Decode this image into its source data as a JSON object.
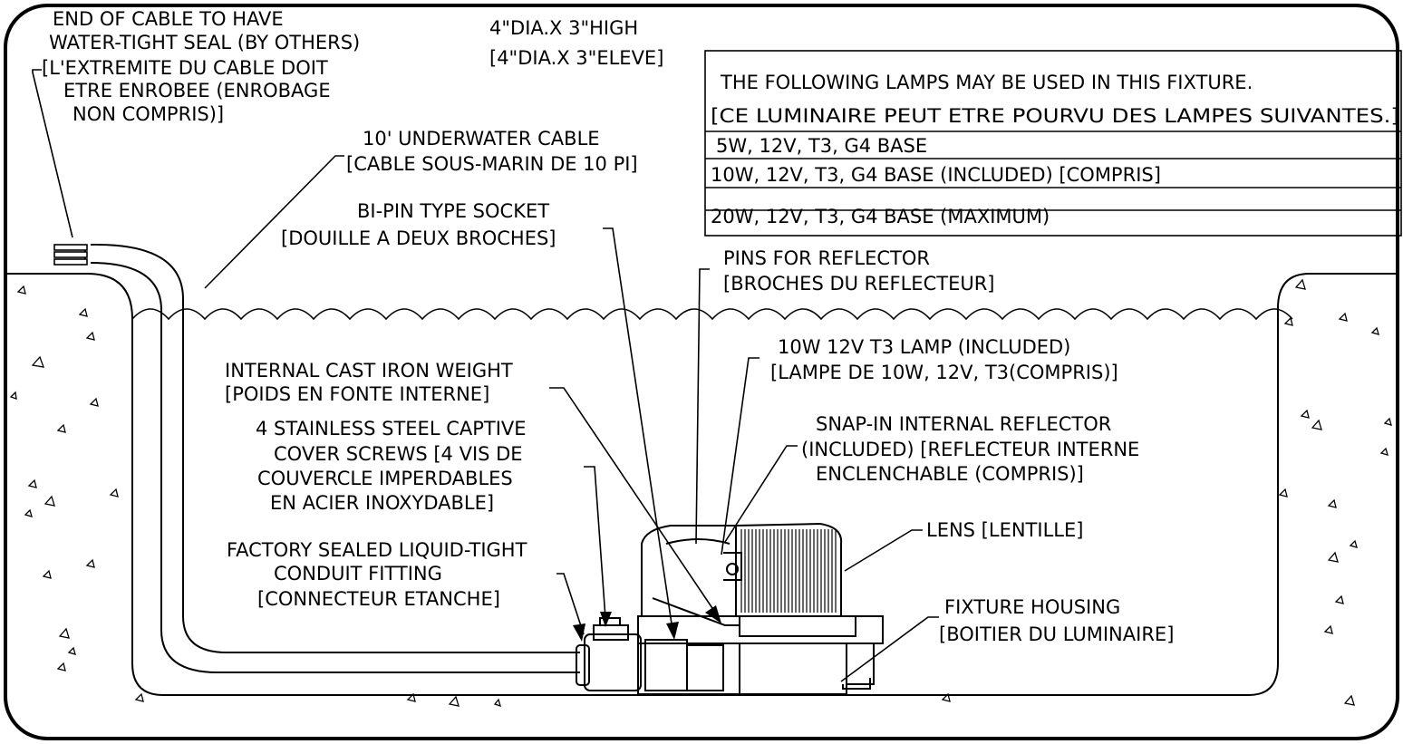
{
  "header": {
    "size_line1": "4\"DIA.X 3\"HIGH",
    "size_line2": "[4\"DIA.X 3\"ELEVE]"
  },
  "lamps_table": {
    "title_en": "THE FOLLOWING LAMPS MAY BE USED IN THIS FIXTURE.",
    "title_fr": "[CE LUMINAIRE PEUT ETRE POURVU DES LAMPES SUIVANTES.]",
    "rows": [
      "5W, 12V, T3, G4 BASE",
      "10W, 12V, T3, G4 BASE (INCLUDED) [COMPRIS]",
      "20W, 12V, T3, G4 BASE (MAXIMUM)"
    ]
  },
  "callouts": {
    "cable_end": [
      "END OF CABLE TO HAVE",
      "WATER-TIGHT SEAL (BY OTHERS)",
      "[L'EXTREMITE DU CABLE DOIT",
      "ETRE ENROBEE (ENROBAGE",
      "NON COMPRIS)]"
    ],
    "underwater_cable": [
      "10' UNDERWATER CABLE",
      "[CABLE SOUS-MARIN DE 10 PI]"
    ],
    "bipin_socket": [
      "BI-PIN TYPE SOCKET",
      "[DOUILLE A DEUX BROCHES]"
    ],
    "reflector_pins": [
      "PINS FOR REFLECTOR",
      "[BROCHES DU REFLECTEUR]"
    ],
    "lamp": [
      "10W 12V T3 LAMP (INCLUDED)",
      "[LAMPE DE 10W, 12V, T3(COMPRIS)]"
    ],
    "cast_iron_weight": [
      "INTERNAL CAST IRON WEIGHT",
      "[POIDS EN FONTE INTERNE]"
    ],
    "cover_screws": [
      "4 STAINLESS STEEL CAPTIVE",
      "COVER SCREWS [4 VIS DE",
      "COUVERCLE IMPERDABLES",
      "EN ACIER INOXYDABLE]"
    ],
    "snap_reflector": [
      "SNAP-IN INTERNAL REFLECTOR",
      "(INCLUDED) [REFLECTEUR INTERNE",
      "ENCLENCHABLE (COMPRIS)]"
    ],
    "lens": [
      "LENS [LENTILLE]"
    ],
    "conduit_fitting": [
      "FACTORY SEALED LIQUID-TIGHT",
      "CONDUIT FITTING",
      "[CONNECTEUR ETANCHE]"
    ],
    "fixture_housing": [
      "FIXTURE HOUSING",
      "[BOITIER DU LUMINAIRE]"
    ]
  }
}
